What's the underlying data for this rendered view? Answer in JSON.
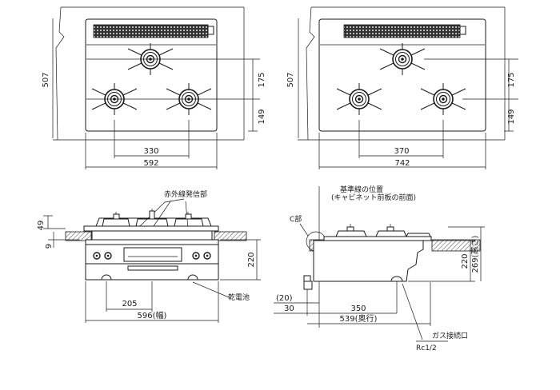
{
  "top_view_small": {
    "depth": "507",
    "dim_175": "175",
    "dim_149": "149",
    "burner_pitch": "330",
    "width": "592"
  },
  "top_view_large": {
    "depth": "507",
    "dim_175": "175",
    "dim_149": "149",
    "burner_pitch": "370",
    "width": "742"
  },
  "front_view": {
    "infrared_sender_label": "赤外線発信部",
    "dim_49": "49",
    "dim_9": "9",
    "height": "220",
    "dim_205": "205",
    "width_label": "596(幅)",
    "battery_label": "乾電池"
  },
  "side_view": {
    "reference_title": "基準線の位置",
    "reference_sub": "(キャビネット前板の前面)",
    "c_section_label": "C部",
    "dim_20": "(20)",
    "dim_30": "30",
    "dim_350": "350",
    "depth_label": "539(奥行)",
    "dim_220": "220",
    "height_label": "269(高さ)",
    "gas_label": "ガス接続口",
    "gas_spec": "Rc1/2"
  }
}
